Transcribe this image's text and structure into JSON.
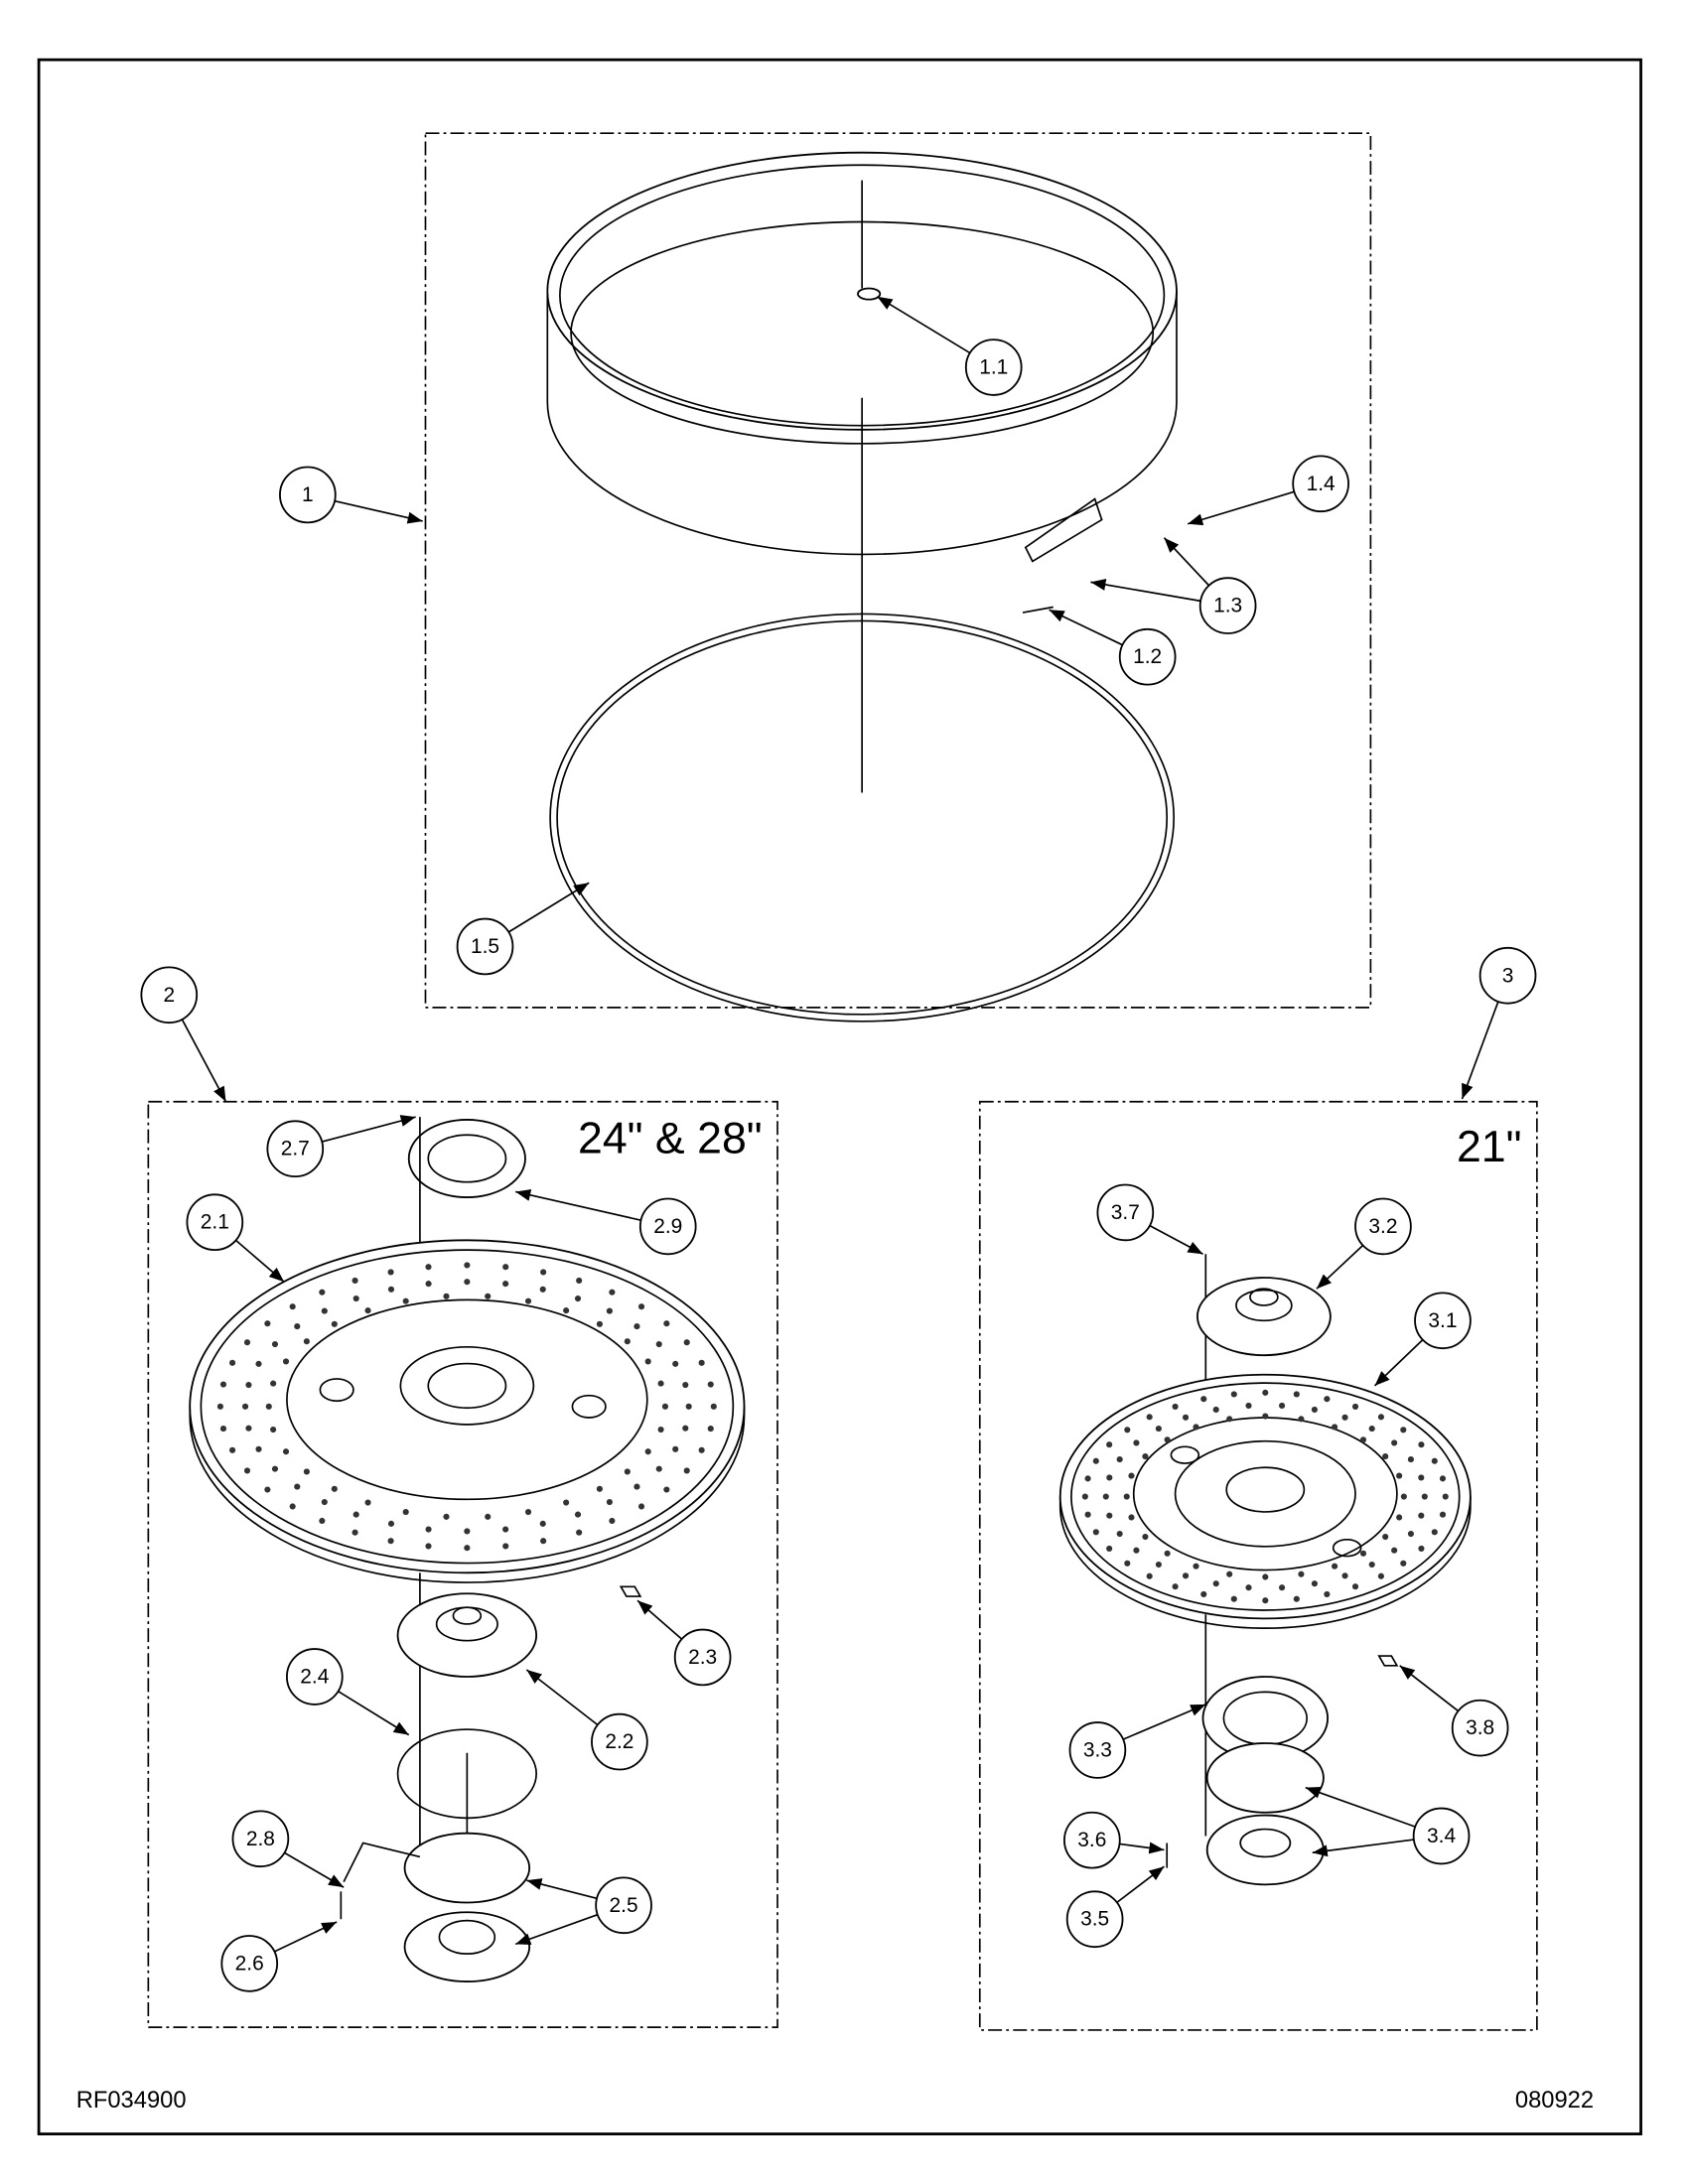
{
  "footer": {
    "drawing_id": "RF034900",
    "date_code": "080922"
  },
  "groups": {
    "g2_size_label": "24\" & 28\"",
    "g3_size_label": "21\""
  },
  "callouts": {
    "c1": "1",
    "c1_1": "1.1",
    "c1_2": "1.2",
    "c1_3": "1.3",
    "c1_4": "1.4",
    "c1_5": "1.5",
    "c2": "2",
    "c2_1": "2.1",
    "c2_2": "2.2",
    "c2_3": "2.3",
    "c2_4": "2.4",
    "c2_5": "2.5",
    "c2_6": "2.6",
    "c2_7": "2.7",
    "c2_8": "2.8",
    "c2_9": "2.9",
    "c3": "3",
    "c3_1": "3.1",
    "c3_2": "3.2",
    "c3_3": "3.3",
    "c3_4": "3.4",
    "c3_5": "3.5",
    "c3_6": "3.6",
    "c3_7": "3.7",
    "c3_8": "3.8"
  }
}
